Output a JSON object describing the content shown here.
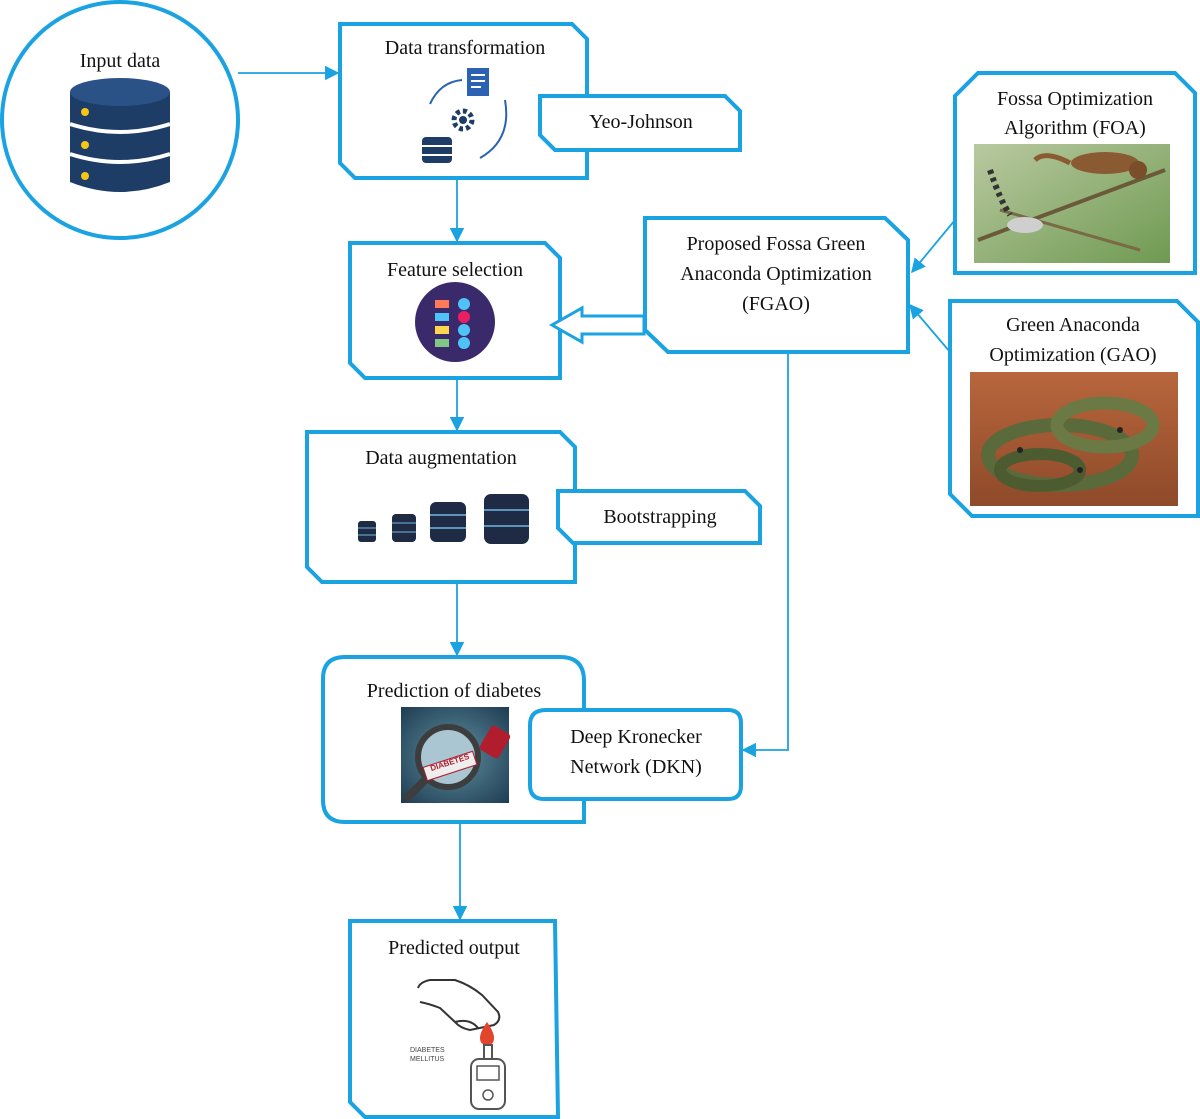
{
  "input": {
    "title": "Input data"
  },
  "transform": {
    "title": "Data transformation",
    "method": "Yeo-Johnson"
  },
  "feature": {
    "title": "Feature selection"
  },
  "fgao": {
    "line1": "Proposed Fossa Green",
    "line2": "Anaconda Optimization",
    "line3": "(FGAO)"
  },
  "foa": {
    "line1": "Fossa Optimization",
    "line2": "Algorithm (FOA)"
  },
  "gao": {
    "line1": "Green Anaconda",
    "line2": "Optimization (GAO)"
  },
  "augment": {
    "title": "Data augmentation",
    "method": "Bootstrapping"
  },
  "prediction": {
    "title": "Prediction of diabetes",
    "badge": "DIABETES"
  },
  "dkn": {
    "line1": "Deep Kronecker",
    "line2": "Network (DKN)"
  },
  "output": {
    "title": "Predicted output",
    "caption1": "DIABETES",
    "caption2": "MELLITUS"
  },
  "colors": {
    "accent": "#1aa3e0",
    "navy": "#1d3d66",
    "dark": "#1f2b44"
  },
  "icons": [
    "database-icon",
    "document-icon",
    "gear-icon",
    "checklist-icon",
    "fossa-image",
    "anaconda-image",
    "diabetes-magnifier-image",
    "blood-drop-icon",
    "glucometer-icon",
    "hand-icon"
  ]
}
